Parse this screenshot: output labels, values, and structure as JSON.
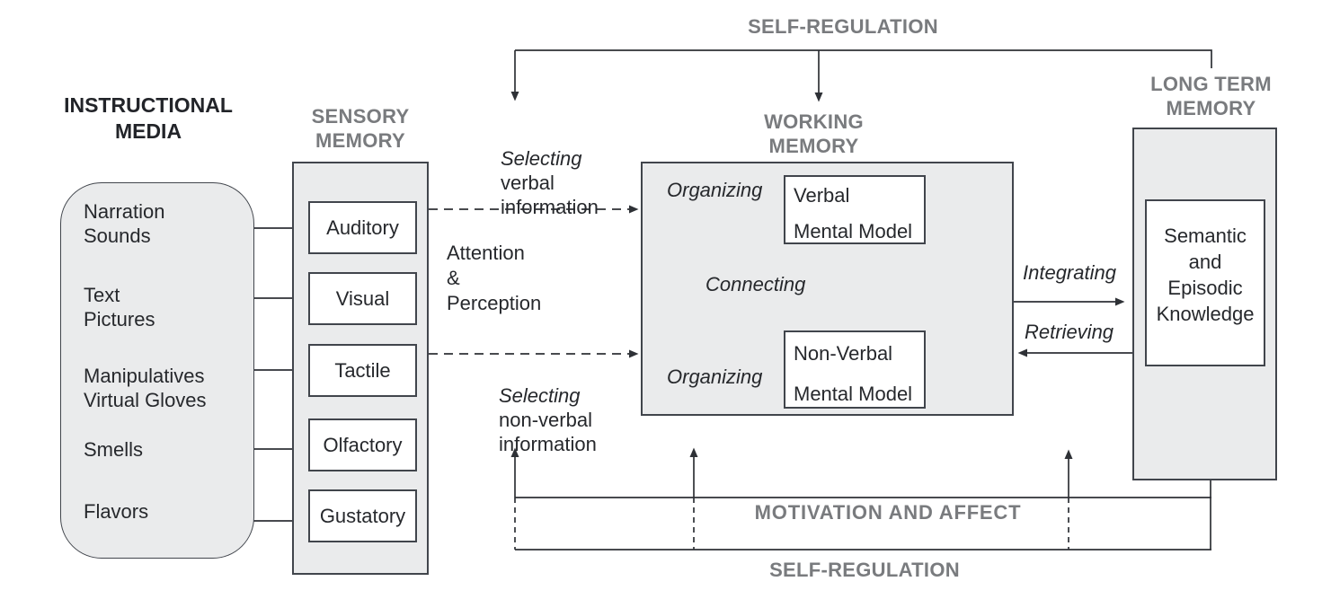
{
  "headers": {
    "instructional_media": "INSTRUCTIONAL\nMEDIA",
    "sensory_memory": "SENSORY\nMEMORY",
    "working_memory": "WORKING\nMEMORY",
    "long_term_memory": "LONG TERM\nMEMORY",
    "self_regulation_top": "SELF-REGULATION",
    "self_regulation_bottom": "SELF-REGULATION",
    "motivation_and_affect": "MOTIVATION AND AFFECT"
  },
  "instructional_media": {
    "items": [
      "Narration\nSounds",
      "Text\nPictures",
      "Manipulatives\nVirtual Gloves",
      "Smells",
      "Flavors"
    ]
  },
  "sensory_memory": {
    "items": [
      "Auditory",
      "Visual",
      "Tactile",
      "Olfactory",
      "Gustatory"
    ]
  },
  "processes": {
    "selecting_verbal": {
      "lead": "Selecting",
      "rest": "verbal\ninformation"
    },
    "attention_perception": "Attention\n&\nPerception",
    "selecting_nonverbal": {
      "lead": "Selecting",
      "rest": "non-verbal\ninformation"
    },
    "organizing_top": "Organizing",
    "connecting": "Connecting",
    "organizing_bottom": "Organizing",
    "integrating": "Integrating",
    "retrieving": "Retrieving"
  },
  "working_memory": {
    "verbal_model": "Verbal\nMental Model",
    "nonverbal_model": "Non-Verbal\nMental Model"
  },
  "long_term_memory": {
    "knowledge": "Semantic\nand\nEpisodic\nKnowledge"
  },
  "colors": {
    "box_fill": "#eaebec",
    "box_border": "#41454c",
    "line": "#2e3136",
    "gray_text": "#797b7e",
    "black_text": "#26282c"
  }
}
